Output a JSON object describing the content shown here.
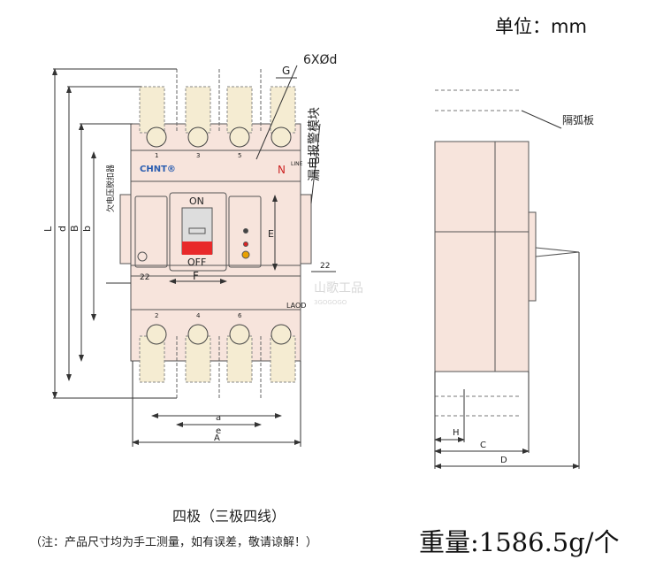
{
  "unit_label": "单位：mm",
  "front_view": {
    "hole_label": "6XØd",
    "dim_G": "G",
    "leakage_module_label": "漏电报警模块",
    "undervoltage_label": "欠电压脱扣器",
    "brand": "CHNT®",
    "neutral": "N",
    "line": "LINE",
    "load": "LAOD",
    "on": "ON",
    "off": "OFF",
    "dim_E": "E",
    "dim_F": "F",
    "dim_22_left": "22",
    "dim_22_right": "22",
    "top_terminals": [
      "1",
      "3",
      "5"
    ],
    "bottom_terminals": [
      "2",
      "4",
      "6"
    ],
    "dims_vertical": [
      "L",
      "d",
      "B",
      "b"
    ],
    "dims_horizontal": [
      "a",
      "e",
      "A"
    ]
  },
  "side_view": {
    "arc_plate_label": "隔弧板",
    "dim_H": "H",
    "dim_C": "C",
    "dim_D": "D"
  },
  "watermark": {
    "name": "山歌工品",
    "sub": "3GOGOGO"
  },
  "caption": "四极（三极四线）",
  "note": "（注：产品尺寸均为手工测量，如有误差，敬请谅解！）",
  "weight": "重量:1586.5g/个",
  "colors": {
    "body": "#f7e4dc",
    "terminal": "#f5ecd2",
    "handle_red": "#e8292a",
    "outline": "#555555"
  }
}
